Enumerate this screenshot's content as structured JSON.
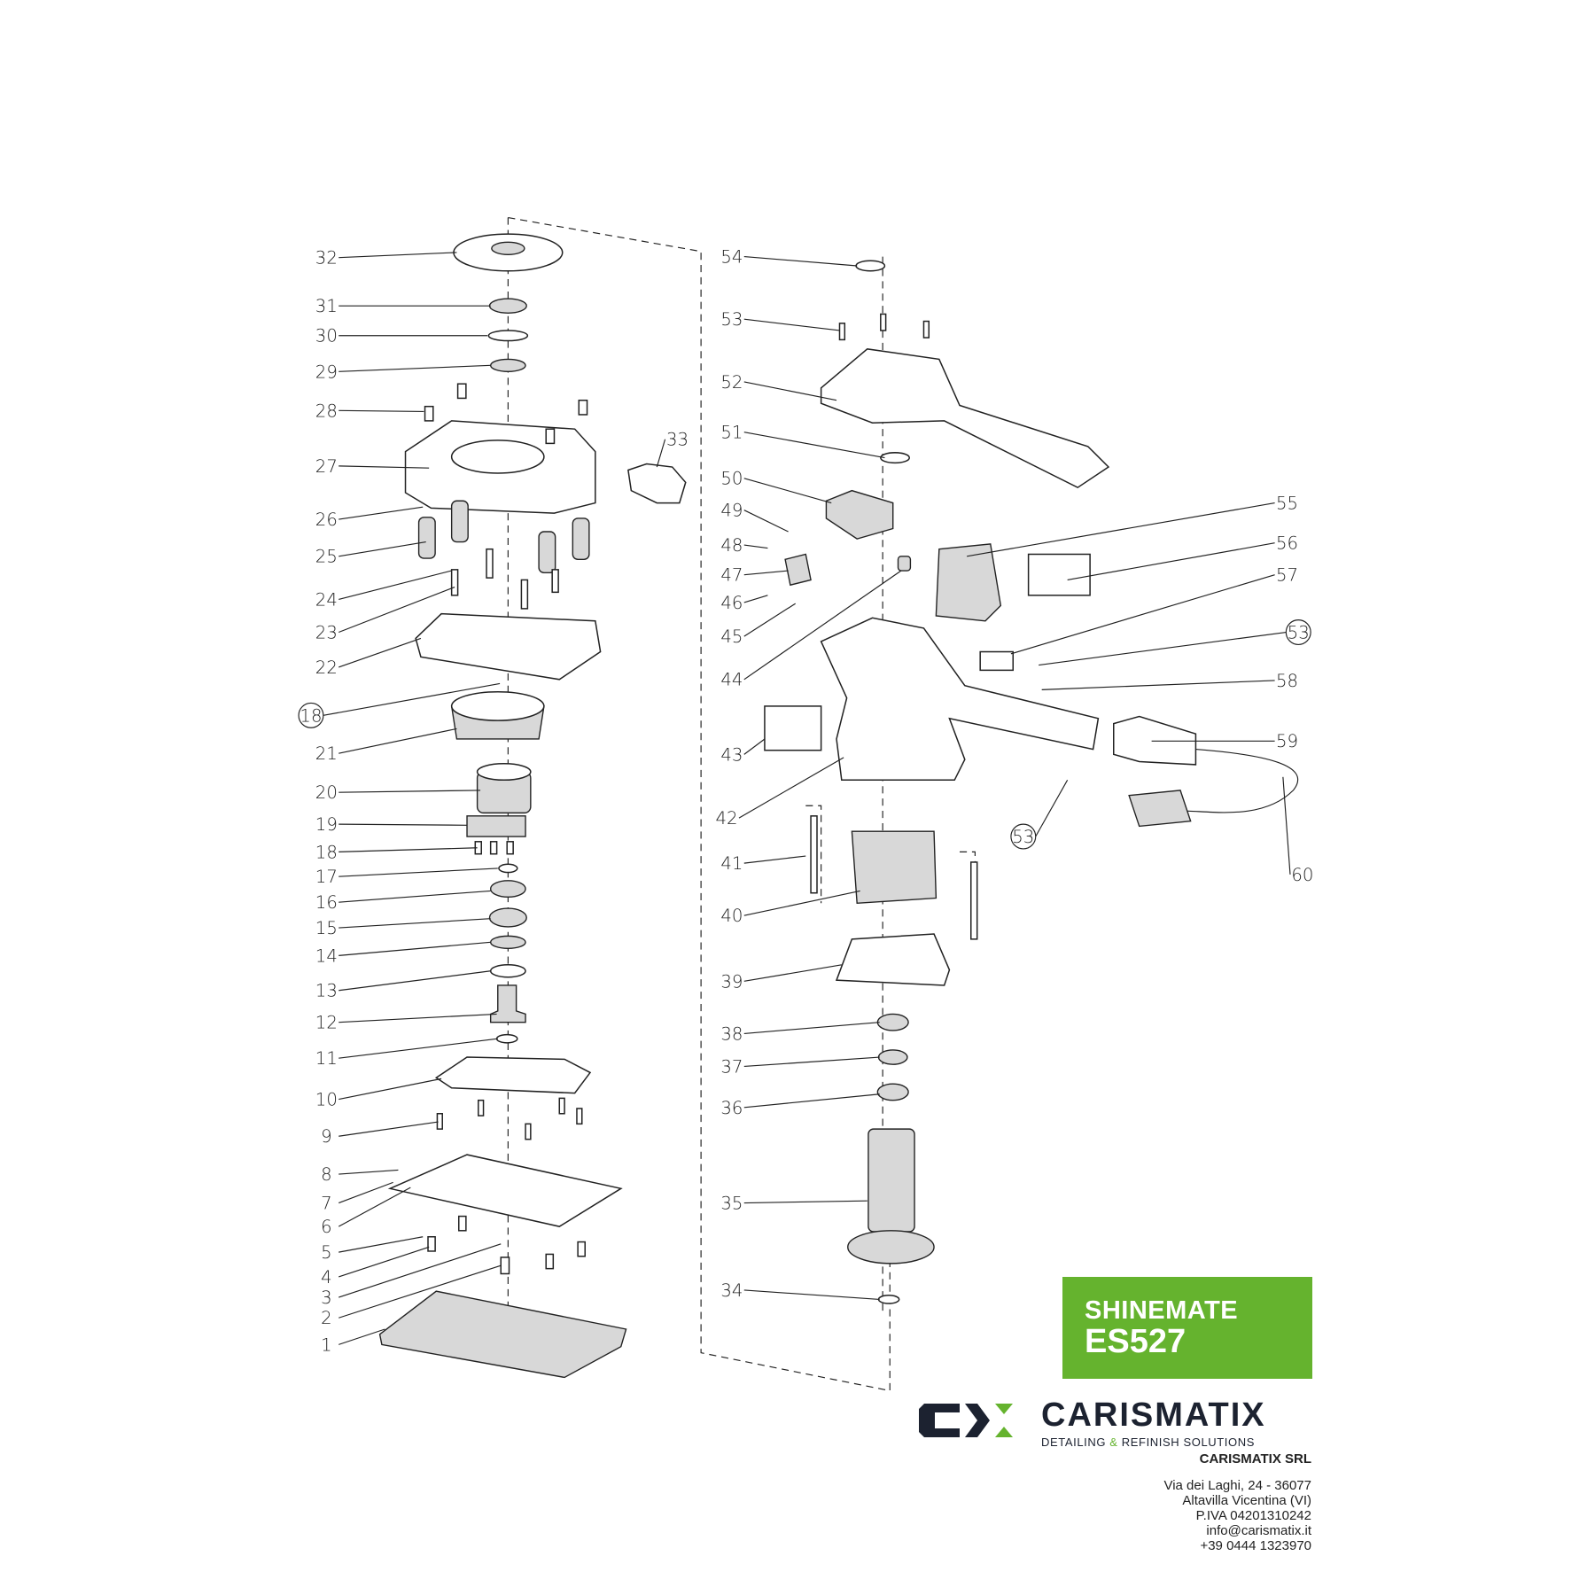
{
  "diagram": {
    "labels": [
      "32",
      "31",
      "30",
      "29",
      "28",
      "27",
      "26",
      "25",
      "24",
      "23",
      "22",
      "18",
      "21",
      "20",
      "19",
      "18",
      "17",
      "16",
      "15",
      "14",
      "13",
      "12",
      "11",
      "10",
      "9",
      "8",
      "7",
      "6",
      "5",
      "4",
      "3",
      "2",
      "1",
      "33",
      "54",
      "53",
      "52",
      "51",
      "50",
      "49",
      "48",
      "47",
      "46",
      "45",
      "44",
      "43",
      "42",
      "41",
      "40",
      "39",
      "38",
      "37",
      "36",
      "35",
      "34",
      "55",
      "56",
      "57",
      "53",
      "58",
      "59",
      "60",
      "53"
    ]
  },
  "product": {
    "line1": "SHINEMATE",
    "line2": "ES527",
    "accent": "#65b32e"
  },
  "brand": {
    "name": "CARISMATIX",
    "tagline_a": "DETAILING ",
    "tagline_amp": "&",
    "tagline_b": " REFINISH SOLUTIONS"
  },
  "company": {
    "name": "CARISMATIX SRL",
    "address1": "Via dei Laghi, 24 - 36077",
    "address2": "Altavilla Vicentina (VI)",
    "vat": "P.IVA 04201310242",
    "email": "info@carismatix.it",
    "phone": "+39 0444 1323970"
  }
}
